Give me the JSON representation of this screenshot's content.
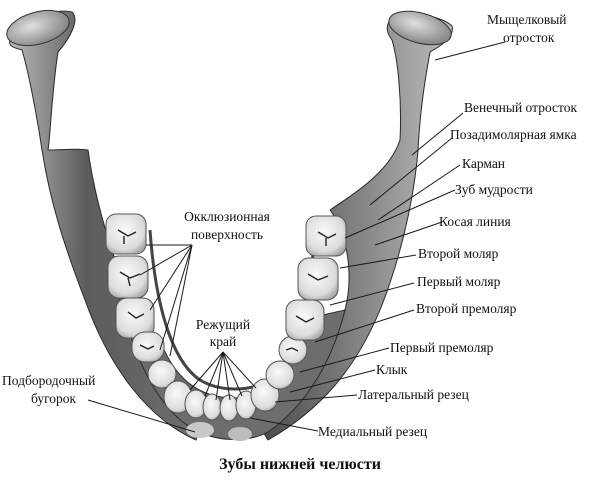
{
  "figure": {
    "caption": "Зубы нижней челюсти",
    "colors": {
      "background": "#ffffff",
      "bone": "#8a8a8a",
      "bone_dark": "#3d3d3d",
      "tooth": "#e8e8e8",
      "leader_line": "#222222"
    }
  },
  "labels": {
    "condylar_process": {
      "line1": "Мыщелковый",
      "line2": "отросток"
    },
    "coronoid_process": "Венечный отросток",
    "retromolar_fossa": "Позадимолярная ямка",
    "pocket": "Карман",
    "wisdom_tooth": "Зуб мудрости",
    "oblique_line": "Косая линия",
    "second_molar": "Второй моляр",
    "first_molar": "Первый моляр",
    "second_premolar": "Второй премоляр",
    "first_premolar": "Первый премоляр",
    "canine": "Клык",
    "lateral_incisor": "Латеральный резец",
    "central_incisor": "Медиальный резец",
    "mental_tubercle": {
      "line1": "Подбородочный",
      "line2": "бугорок"
    },
    "occlusal_surface": {
      "line1": "Окклюзионная",
      "line2": "поверхность"
    },
    "incisal_edge": {
      "line1": "Режущий",
      "line2": "край"
    }
  }
}
